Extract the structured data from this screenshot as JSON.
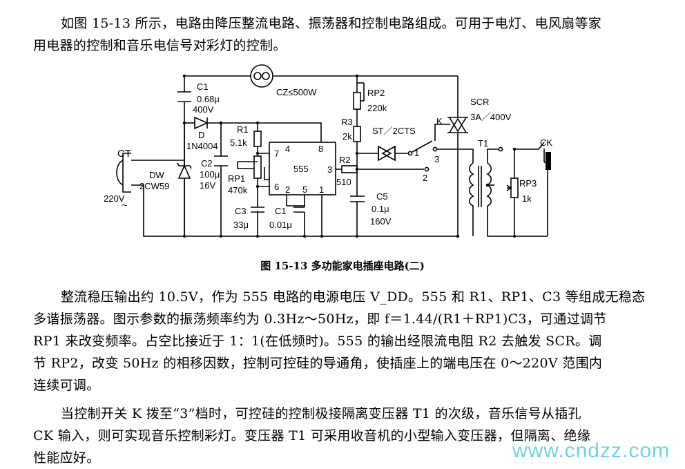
{
  "text": {
    "p1": [
      "如图 15-13 所示，电路由降压整流电路、振荡器和控制电路组成。可用于电灯、电风扇等家",
      "用电器的控制和音乐电信号对彩灯的控制。"
    ],
    "caption": "图 15-13   多功能家电插座电路(二)",
    "p2": [
      "整流稳压输出约 10.5V，作为 555 电路的电源电压 V_DD。555 和 R1、RP1、C3 等组成无稳态",
      "多谐振荡器。图示参数的振荡频率约为 0.3Hz～50Hz，即 f＝1.44/(R1＋RP1)C3，可通过调节",
      "RP1 来改变频率。占空比接近于 1：1(在低频时)。555 的输出经限流电阻 R2 去触发 SCR。调",
      "节 RP2，改变 50Hz 的相移因数，控制可控硅的导通角，使插座上的端电压在 0～220V 范围内",
      "连续可调。"
    ],
    "p3": [
      "当控制开关 K 拨至“3”档时，可控硅的控制极接隔离变压器 T1 的次级，音乐信号从插孔",
      "CK 输入，则可实现音乐控制彩灯。变压器 T1 可采用收音机的小型输入变压器，但隔离、绝缘",
      "性能应好。"
    ]
  },
  "circuit": {
    "ct": "CT",
    "ac": "220V",
    "tilde": "~",
    "dw": "DW",
    "dw_part": "2CW59",
    "c1_top": "C1",
    "c1_top_val": "0.68μ",
    "c1_top_volt": "400V",
    "d": "D",
    "d_part": "1N4004",
    "c2": "C2",
    "c2_val": "100μ",
    "c2_volt": "16V",
    "r1": "R1",
    "r1_val": "5.1k",
    "rp1": "RP1",
    "rp1_val": "470k",
    "c3": "C3",
    "c3_val": "33μ",
    "c1_bot": "C1",
    "c1_bot_val": "0.01μ",
    "ic": "555",
    "pin7": "7",
    "pin4": "4",
    "pin8": "8",
    "pin3": "3",
    "pin6": "6",
    "pin2": "2",
    "pin5": "5",
    "pin1": "1",
    "cz": "CZ≤500W",
    "rp2": "RP2",
    "rp2_val": "220k",
    "r3": "R3",
    "r3_val": "2k",
    "st": "ST／2CTS",
    "r2": "R2",
    "r2_val": "510",
    "c5": "C5",
    "c5_val": "0.1μ",
    "c5_volt": "160V",
    "k": "K",
    "sw1": "1",
    "sw2": "2",
    "sw3": "3",
    "scr": "SCR",
    "scr_val": "3A／400V",
    "t1": "T1",
    "rp3": "RP3",
    "rp3_val": "1k",
    "ck": "CK"
  },
  "watermark": "www.cndzz.com"
}
